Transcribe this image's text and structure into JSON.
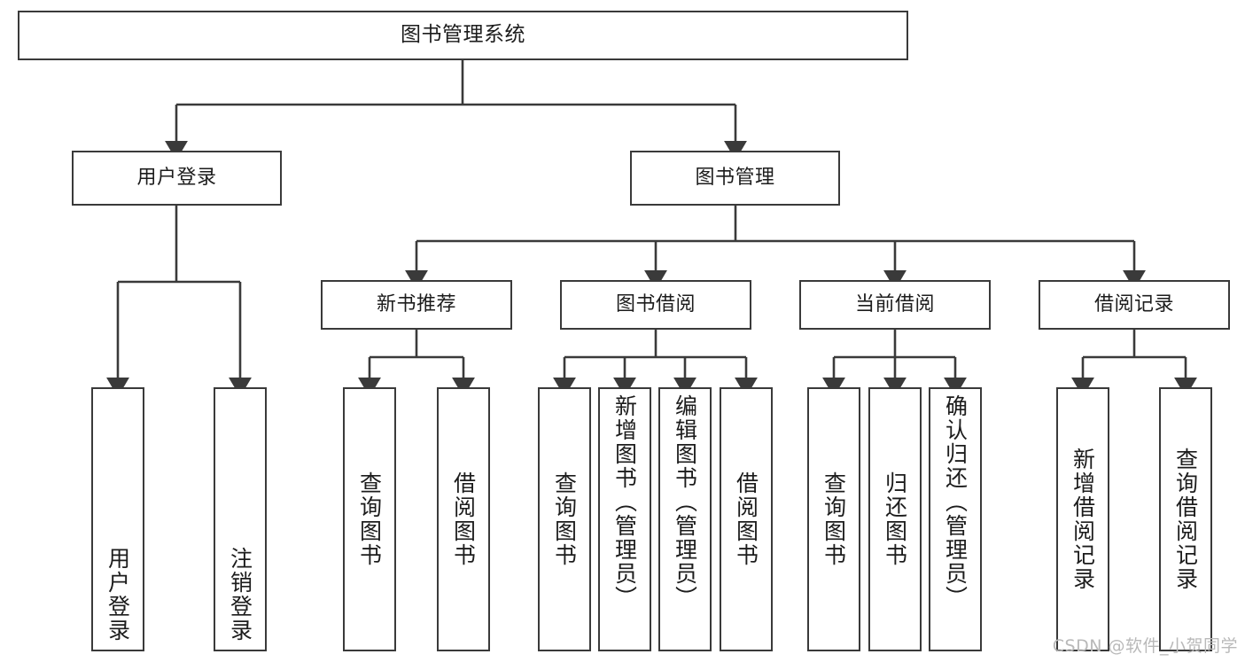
{
  "diagram": {
    "title": "图书管理系统",
    "type": "tree-hierarchy-diagram",
    "colors": {
      "box_border": "#3a3a3a",
      "box_fill": "#ffffff",
      "edge": "#3a3a3a",
      "text": "#1c1c1c",
      "watermark": "#b9b9b9"
    },
    "nodes": {
      "root": "图书管理系统",
      "level2": {
        "user_login": "用户登录",
        "book_management": "图书管理"
      },
      "level3": {
        "new_book_recommend": "新书推荐",
        "book_borrow": "图书借阅",
        "current_borrow": "当前借阅",
        "borrow_record": "借阅记录"
      },
      "leaves": {
        "user_login_children": [
          "用户登录",
          "注销登录"
        ],
        "new_book_recommend_children": [
          "查询图书",
          "借阅图书"
        ],
        "book_borrow_children": [
          "查询图书",
          "新增图书（管理员）",
          "编辑图书（管理员）",
          "借阅图书"
        ],
        "current_borrow_children": [
          "查询图书",
          "归还图书",
          "确认归还（管理员）"
        ],
        "borrow_record_children": [
          "新增借阅记录",
          "查询借阅记录"
        ]
      }
    },
    "watermark": "CSDN @软件_小贺同学"
  }
}
